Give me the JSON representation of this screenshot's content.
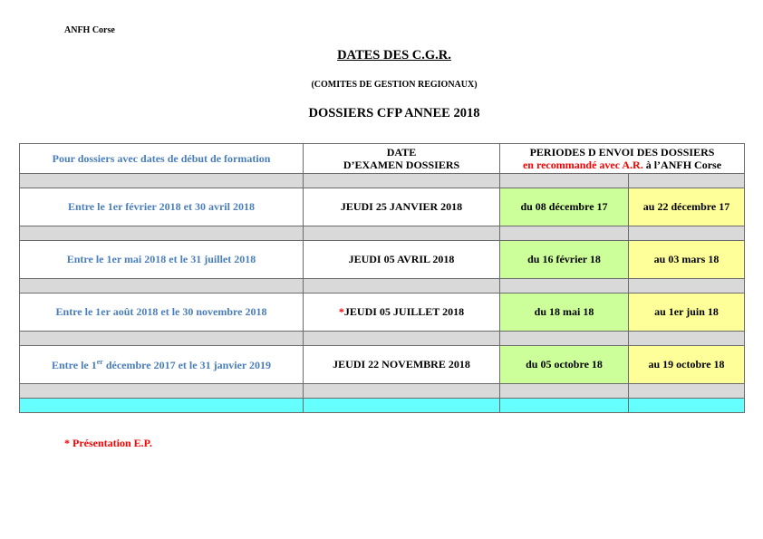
{
  "header": {
    "org": "ANFH Corse",
    "title": "DATES DES C.G.R.",
    "subtitle": "(COMITES DE GESTION REGIONAUX)",
    "heading": "DOSSIERS CFP ANNEE 2018"
  },
  "table": {
    "col_scope": "Pour dossiers avec dates de début de formation",
    "col_date_line1": "DATE",
    "col_date_line2": "D’EXAMEN DOSSIERS",
    "col_period_line1": "PERIODES D ENVOI DES DOSSIERS",
    "col_period_red": "en recommandé avec A.R.",
    "col_period_rest": " à l’ANFH Corse",
    "rows": [
      {
        "period": "Entre le 1er février 2018 et 30 avril 2018",
        "star": "",
        "exam": "JEUDI 25 JANVIER 2018",
        "from": "du 08 décembre 17",
        "to": "au 22 décembre 17"
      },
      {
        "period": "Entre le 1er mai 2018 et le 31 juillet 2018",
        "star": "",
        "exam": "JEUDI 05 AVRIL 2018",
        "from": "du 16 février 18",
        "to": "au 03 mars 18"
      },
      {
        "period": "Entre le 1er août 2018 et le 30 novembre 2018",
        "star": "*",
        "exam": "JEUDI 05 JUILLET 2018",
        "from": "du 18 mai 18",
        "to": "au 1er juin 18"
      },
      {
        "period_pre": "Entre le 1",
        "period_sup": "er",
        "period_post": " décembre 2017 et le 31 janvier 2019",
        "exam": "JEUDI 22 NOVEMBRE 2018",
        "from": "du 05 octobre 18",
        "to": "au 19 octobre 18"
      }
    ]
  },
  "note": "* Présentation E.P."
}
